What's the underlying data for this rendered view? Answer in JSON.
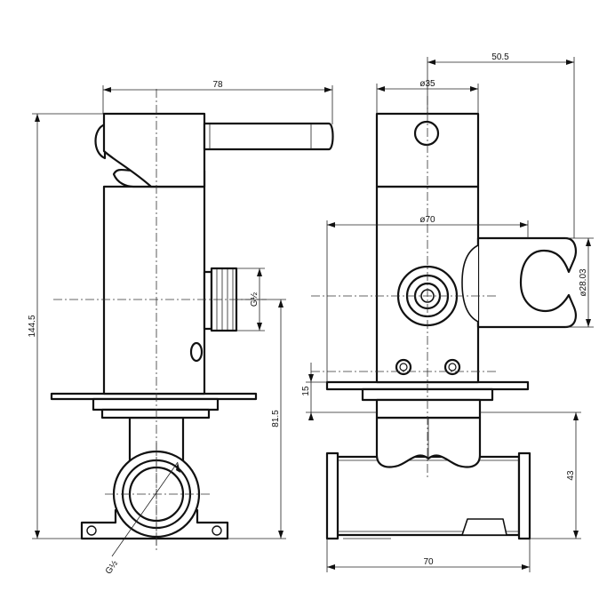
{
  "dimensions": {
    "width_78": "78",
    "height_144_5": "144.5",
    "height_81_5": "81.5",
    "thread_side": "G½",
    "thread_bottom": "G½",
    "offset_50_5": "50.5",
    "dia_35": "ø35",
    "dia_70": "ø70",
    "dia_28_03": "ø28.03",
    "depth_15": "15",
    "height_43": "43",
    "width_70": "70"
  }
}
